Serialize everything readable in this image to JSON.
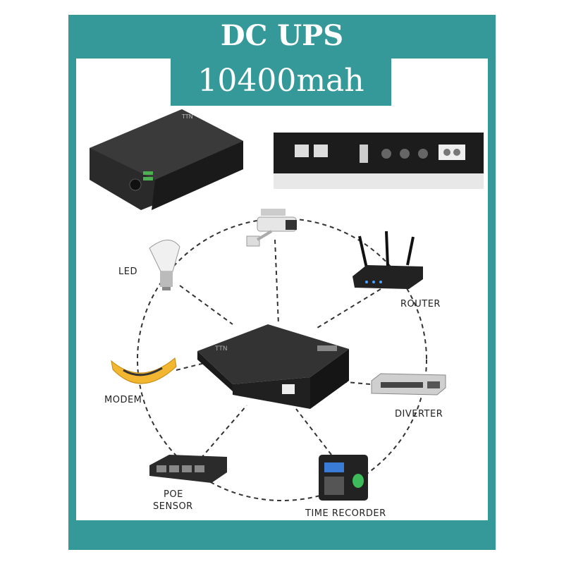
{
  "header": {
    "line1": "DC UPS",
    "line2": "10400mah"
  },
  "device": {
    "brand_mark": "TTN"
  },
  "labels": {
    "led": "LED",
    "router": "ROUTER",
    "modem": "MODEM",
    "diverter": "DIVERTER",
    "poe_line1": "POE",
    "poe_line2": "SENSOR",
    "time_recorder": "TIME RECORDER"
  },
  "colors": {
    "frame": "#35999a",
    "panel": "#ffffff",
    "device": "#1f1f1f",
    "modem": "#f2b631"
  }
}
